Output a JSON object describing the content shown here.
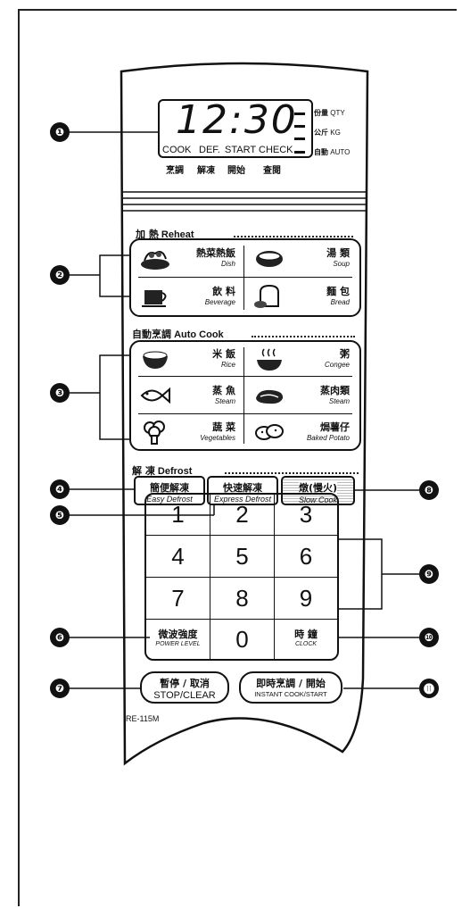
{
  "callouts": [
    "❶",
    "❷",
    "❸",
    "❹",
    "❺",
    "❻",
    "❼",
    "❽",
    "❾",
    "❿",
    "⓫"
  ],
  "display": {
    "time": "12:30",
    "status": [
      "COOK",
      "DEF.",
      "START",
      "CHECK"
    ],
    "status_cn": [
      "烹調",
      "解凍",
      "開始",
      "查閱"
    ],
    "side": [
      {
        "cn": "份量",
        "en": "QTY"
      },
      {
        "cn": "公斤",
        "en": "KG"
      },
      {
        "cn": "自動",
        "en": "AUTO"
      }
    ]
  },
  "reheat": {
    "title_cn": "加 熱",
    "title_en": "Reheat",
    "items": [
      {
        "cn": "熱菜熱飯",
        "en": "Dish",
        "icon": "dish-icon"
      },
      {
        "cn": "湯 類",
        "en": "Soup",
        "icon": "soup-icon"
      },
      {
        "cn": "飲 料",
        "en": "Beverage",
        "icon": "cup-icon"
      },
      {
        "cn": "麵 包",
        "en": "Bread",
        "icon": "bread-icon"
      }
    ]
  },
  "autocook": {
    "title_cn": "自動烹調",
    "title_en": "Auto Cook",
    "items": [
      {
        "cn": "米 飯",
        "en": "Rice",
        "icon": "rice-bowl-icon"
      },
      {
        "cn": "粥",
        "en": "Congee",
        "icon": "congee-icon"
      },
      {
        "cn": "蒸 魚",
        "en": "Steam",
        "icon": "fish-icon"
      },
      {
        "cn": "蒸肉類",
        "en": "Steam",
        "icon": "meat-icon"
      },
      {
        "cn": "蔬 菜",
        "en": "Vegetables",
        "icon": "broccoli-icon"
      },
      {
        "cn": "焗薯仔",
        "en": "Baked Potato",
        "icon": "potato-icon"
      }
    ]
  },
  "defrost": {
    "title_cn": "解 凍",
    "title_en": "Defrost",
    "easy": {
      "cn": "簡便解凍",
      "en": "Easy Defrost"
    },
    "express": {
      "cn": "快速解凍",
      "en": "Express Defrost"
    },
    "slow": {
      "cn": "燉(慢火)",
      "en": "Slow Cook"
    }
  },
  "keypad": {
    "digits": [
      "1",
      "2",
      "3",
      "4",
      "5",
      "6",
      "7",
      "8",
      "9",
      "0"
    ],
    "power": {
      "cn": "微波強度",
      "en": "POWER LEVEL"
    },
    "clock": {
      "cn": "時 鐘",
      "en": "CLOCK"
    }
  },
  "stop": {
    "cn": "暫停 / 取消",
    "en": "STOP/CLEAR"
  },
  "start": {
    "cn": "即時烹調 / 開始",
    "en": "INSTANT COOK/START"
  },
  "model": "RE-115M"
}
